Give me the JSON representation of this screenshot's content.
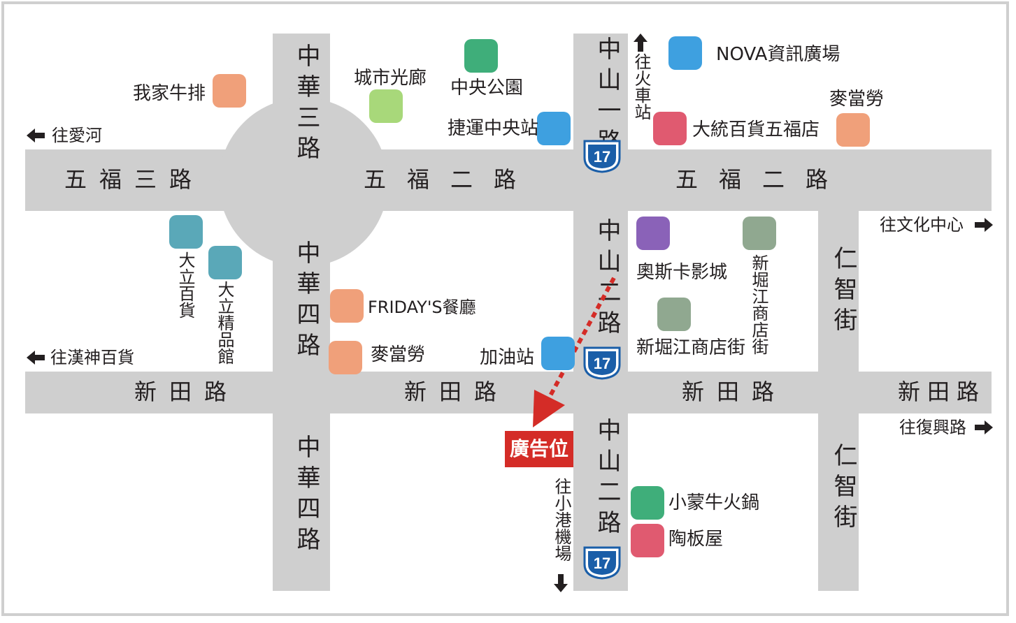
{
  "roads": {
    "wufu3": "五福三路",
    "wufu2_a": "五福二路",
    "wufu2_b": "五福二路",
    "xintian_a": "新田路",
    "xintian_b": "新田路",
    "xintian_c": "新田路",
    "xintian_d": "新田路",
    "zhonghua3": "中華三路",
    "zhonghua4_a": "中華四路",
    "zhonghua4_b": "中華四路",
    "zhongshan1": "中山一路",
    "zhongshan2_a": "中山二路",
    "zhongshan2_b": "中山二路",
    "renzhi_a": "仁智街",
    "renzhi_b": "仁智街"
  },
  "directions": {
    "to_aihe": "往愛河",
    "to_hanshin": "往漢神百貨",
    "to_wenhua": "往文化中心",
    "to_fuxing": "往復興路",
    "to_train": "往火車站",
    "to_airport": "往小港機場"
  },
  "route_number": "17",
  "ad_label": "廣告位置",
  "pois": [
    {
      "key": "wojia",
      "label": "我家牛排",
      "color": "#f0a07a"
    },
    {
      "key": "chengshi",
      "label": "城市光廊",
      "color": "#a8d87a"
    },
    {
      "key": "zhongyang_park",
      "label": "中央公園",
      "color": "#3fae7a"
    },
    {
      "key": "jieyun",
      "label": "捷運中央站",
      "color": "#3ea0e0"
    },
    {
      "key": "nova",
      "label": "NOVA資訊廣場",
      "color": "#3ea0e0"
    },
    {
      "key": "datong",
      "label": "大統百貨五福店",
      "color": "#e05a70"
    },
    {
      "key": "mcd1",
      "label": "麥當勞",
      "color": "#f0a07a"
    },
    {
      "key": "dali",
      "label": "大立百貨",
      "color": "#5aa8b8"
    },
    {
      "key": "dali_jp",
      "label": "大立精品館",
      "color": "#5aa8b8"
    },
    {
      "key": "fridays",
      "label": "FRIDAY'S餐廳",
      "color": "#f0a07a"
    },
    {
      "key": "mcd2",
      "label": "麥當勞",
      "color": "#f0a07a"
    },
    {
      "key": "gas",
      "label": "加油站",
      "color": "#3ea0e0"
    },
    {
      "key": "oscar",
      "label": "奧斯卡影城",
      "color": "#8a62b8"
    },
    {
      "key": "shinkuchiang_v",
      "label": "新堀江商店街",
      "color": "#90a890"
    },
    {
      "key": "shinkuchiang",
      "label": "新堀江商店街",
      "color": "#90a890"
    },
    {
      "key": "xiaomeng",
      "label": "小蒙牛火鍋",
      "color": "#3fae7a"
    },
    {
      "key": "taoban",
      "label": "陶板屋",
      "color": "#e05a70"
    }
  ],
  "colors": {
    "road": "#cfcfcf",
    "ad": "#d42c27",
    "shield": "#1a5ea8",
    "text": "#231f20"
  }
}
